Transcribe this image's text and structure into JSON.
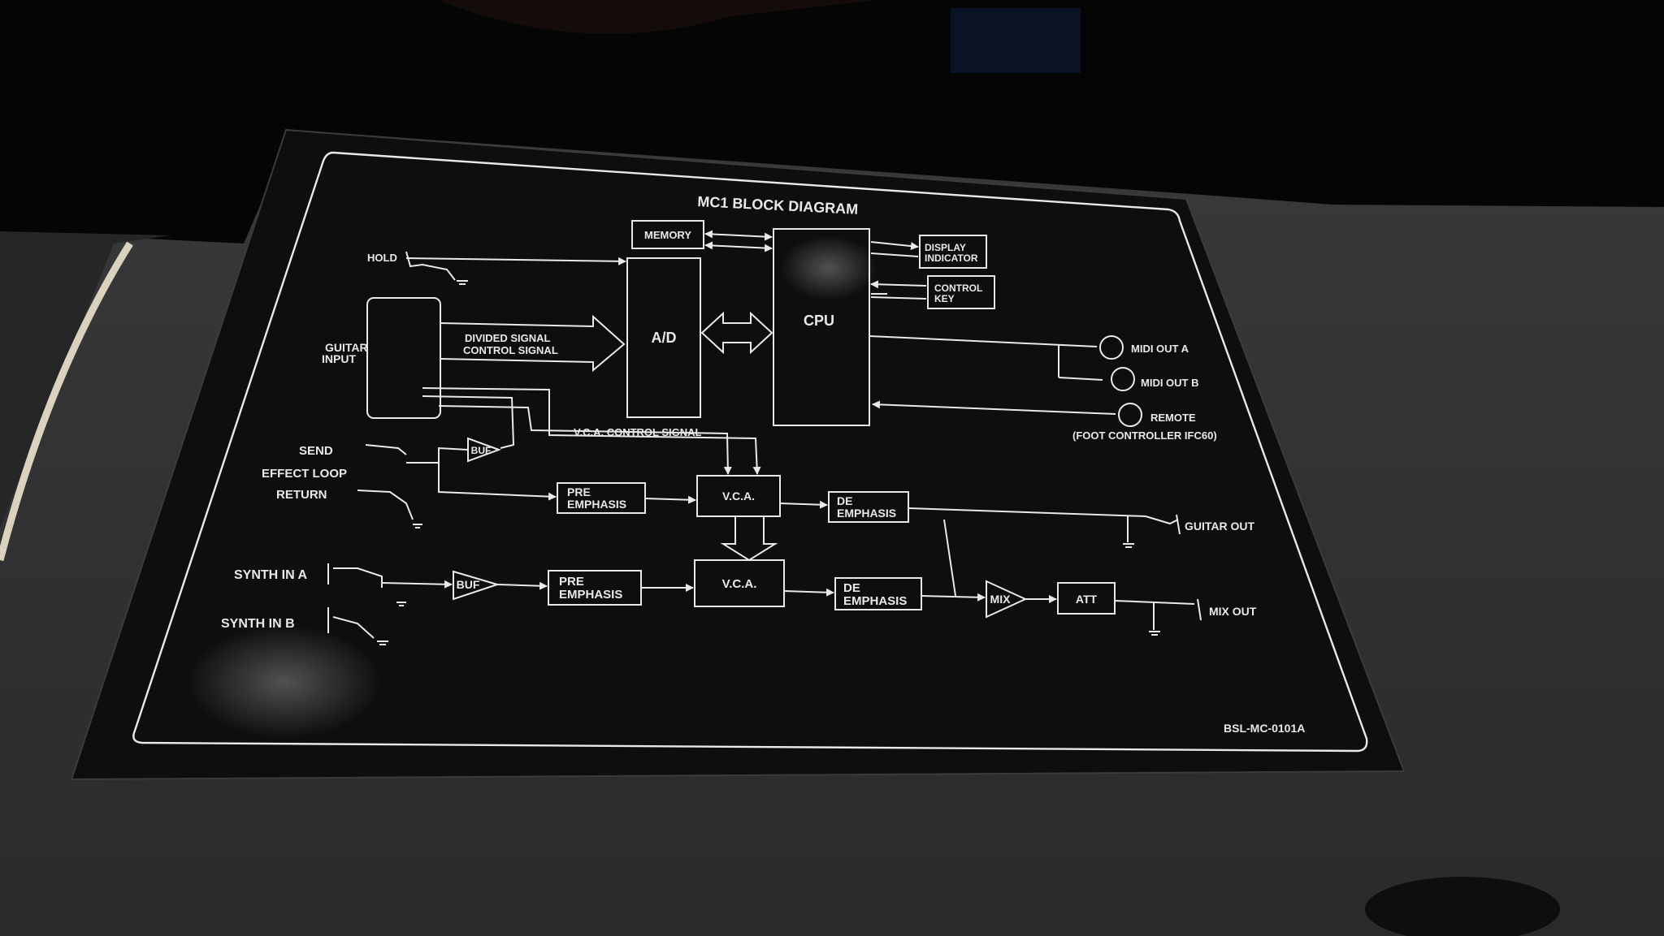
{
  "diagram": {
    "title": "MC1 BLOCK DIAGRAM",
    "part_number": "BSL-MC-0101A",
    "blocks": {
      "memory": "MEMORY",
      "ad": "A/D",
      "cpu": "CPU",
      "display": [
        "DISPLAY",
        "INDICATOR"
      ],
      "control_key": [
        "CONTROL",
        "KEY"
      ],
      "buf_top": "BUF",
      "buf_synth": "BUF",
      "pre_emph_1": [
        "PRE",
        "EMPHASIS"
      ],
      "pre_emph_2": [
        "PRE",
        "EMPHASIS"
      ],
      "vca_1": "V.C.A.",
      "vca_2": "V.C.A.",
      "de_emph_1": [
        "DE",
        "EMPHASIS"
      ],
      "de_emph_2": [
        "DE",
        "EMPHASIS"
      ],
      "mix": "MIX",
      "att": "ATT"
    },
    "labels": {
      "hold": "HOLD",
      "guitar_input": [
        "GUITAR",
        "INPUT"
      ],
      "divided_signal": "DIVIDED SIGNAL",
      "control_signal": "CONTROL SIGNAL",
      "vca_control_signal": "V.C.A. CONTROL SIGNAL",
      "send": "SEND",
      "effect_loop": "EFFECT LOOP",
      "return": "RETURN",
      "synth_in_a": "SYNTH IN A",
      "synth_in_b": "SYNTH IN B",
      "midi_out_a": "MIDI OUT A",
      "midi_out_b": "MIDI OUT B",
      "remote": "REMOTE",
      "foot_controller": "(FOOT CONTROLLER IFC60)",
      "guitar_out": "GUITAR OUT",
      "mix_out": "MIX OUT"
    }
  },
  "colors": {
    "background": "#050506",
    "table": "#2e2e2f",
    "plate": "#0d0e10",
    "ink": "#e9e9e9"
  }
}
